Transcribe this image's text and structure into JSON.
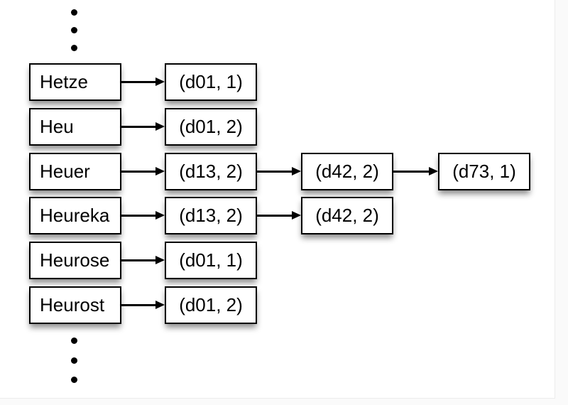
{
  "diagram": {
    "description": "Inverted index: dictionary terms pointing to posting lists of (docId, frequency) pairs",
    "colors": {
      "page_background": "#fafafa",
      "slide_background": "#ffffff",
      "box_fill": "#ffffff",
      "box_border": "#000000",
      "text": "#000000",
      "arrow": "#000000"
    },
    "ellipsis": {
      "top_dot_count": 3,
      "bottom_dot_count": 3
    },
    "rows": [
      {
        "term": "Hetze",
        "postings": [
          "(d01, 1)"
        ]
      },
      {
        "term": "Heu",
        "postings": [
          "(d01, 2)"
        ]
      },
      {
        "term": "Heuer",
        "postings": [
          "(d13, 2)",
          "(d42, 2)",
          "(d73, 1)"
        ]
      },
      {
        "term": "Heureka",
        "postings": [
          "(d13, 2)",
          "(d42, 2)"
        ]
      },
      {
        "term": "Heurose",
        "postings": [
          "(d01, 1)"
        ]
      },
      {
        "term": "Heurost",
        "postings": [
          "(d01, 2)"
        ]
      }
    ]
  }
}
